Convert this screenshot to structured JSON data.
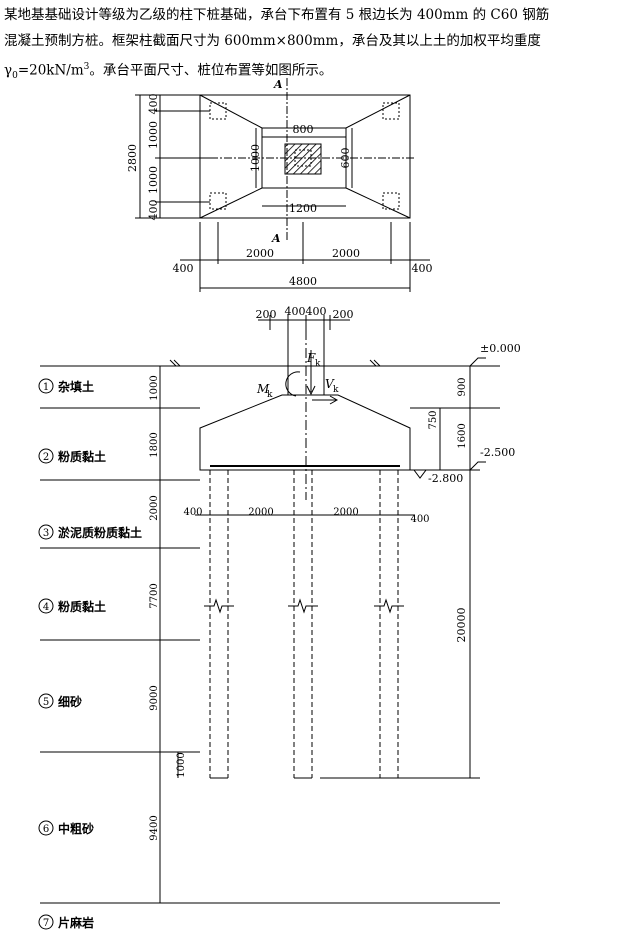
{
  "problem": {
    "line1": "某地基基础设计等级为乙级的柱下桩基础，承台下布置有 5 根边长为 400mm 的 C60 钢筋",
    "line2": "混凝土预制方桩。框架柱截面尺寸为  600mm×800mm，承台及其以上土的加权平均重度",
    "gamma_symbol": "γ",
    "gamma_sub": "0",
    "gamma_value": "=20kN/m",
    "gamma_sup": "3",
    "line3_tail": "。承台平面尺寸、桩位布置等如图所示。"
  },
  "plan": {
    "section_mark_top": "A",
    "section_mark_bottom": "A",
    "dim_total_height": "2800",
    "dim_left": [
      "400",
      "1000",
      "1000",
      "400"
    ],
    "dim_col_width": "800",
    "dim_col_depth": "600",
    "dim_inner_height": "1000",
    "dim_inner_width": "1200",
    "dim_bottom": [
      "400",
      "2000",
      "2000",
      "400"
    ],
    "dim_total_width": "4800"
  },
  "section": {
    "top_dims": [
      "200",
      "400",
      "400",
      "200"
    ],
    "ground_level": "±0.000",
    "cap_bottom_level": "-2.500",
    "pile_top_level": "-2.800",
    "load_F": "F",
    "load_F_sub": "k",
    "load_M": "M",
    "load_M_sub": "k",
    "load_V": "V",
    "load_V_sub": "k",
    "dim_900": "900",
    "dim_750": "750",
    "dim_1600": "1600",
    "dim_20000": "20000",
    "dim_1000_tip": "1000",
    "pile_dims": [
      "400",
      "2000",
      "2000",
      "400"
    ],
    "layers": [
      {
        "num": "1",
        "name": "杂填土",
        "thickness": "1000"
      },
      {
        "num": "2",
        "name": "粉质黏土",
        "thickness": "1800"
      },
      {
        "num": "3",
        "name": "淤泥质粉质黏土",
        "thickness": "2000"
      },
      {
        "num": "4",
        "name": "粉质黏土",
        "thickness": "7700"
      },
      {
        "num": "5",
        "name": "细砂",
        "thickness": "9000"
      },
      {
        "num": "6",
        "name": "中粗砂",
        "thickness": "9400"
      },
      {
        "num": "7",
        "name": "片麻岩",
        "thickness": ""
      }
    ]
  }
}
